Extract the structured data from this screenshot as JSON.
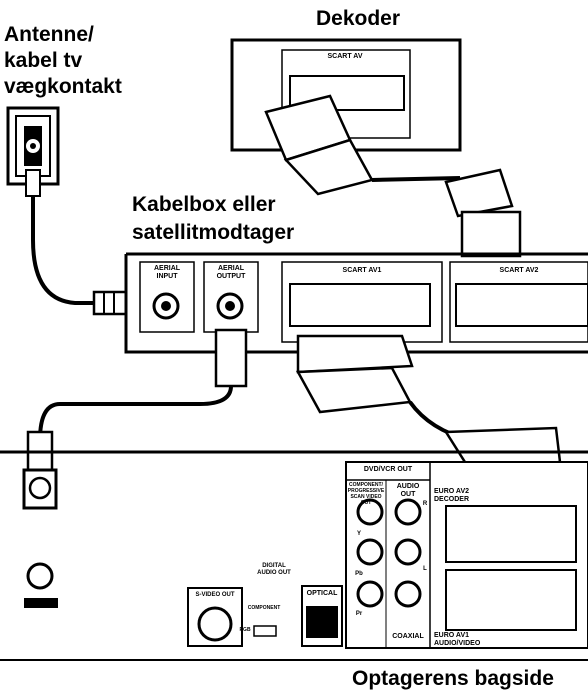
{
  "labels": {
    "antenna": [
      "Antenne/",
      "kabel tv",
      "vægkontakt"
    ],
    "decoder": "Dekoder",
    "cablebox": [
      "Kabelbox eller",
      "satellitmodtager"
    ],
    "recorder_back": "Optagerens bagside"
  },
  "decoder_panel": {
    "scart": "SCART AV"
  },
  "cablebox_panel": {
    "aerial_input": [
      "AERIAL",
      "INPUT"
    ],
    "aerial_output": [
      "AERIAL",
      "OUTPUT"
    ],
    "scart_av1": "SCART AV1",
    "scart_av2": "SCART AV2"
  },
  "recorder_panel": {
    "dvd_vcr_out": "DVD/VCR OUT",
    "component_out": "COMPONENT/ PROGRESSIVE SCAN VIDEO OUT",
    "audio_out": [
      "AUDIO",
      "OUT"
    ],
    "euro_av2": [
      "EURO AV2",
      "DECODER"
    ],
    "euro_av1": [
      "EURO AV1",
      "AUDIO/VIDEO"
    ],
    "digital_audio_out": [
      "DIGITAL",
      "AUDIO OUT"
    ],
    "optical": "OPTICAL",
    "coaxial": "COAXIAL",
    "svideo_out": "S-VIDEO OUT",
    "component_switch": "COMPONENT",
    "rgb_switch": "RGB",
    "jack_marks": [
      "Y",
      "Pb",
      "Pr",
      "R",
      "L"
    ]
  }
}
